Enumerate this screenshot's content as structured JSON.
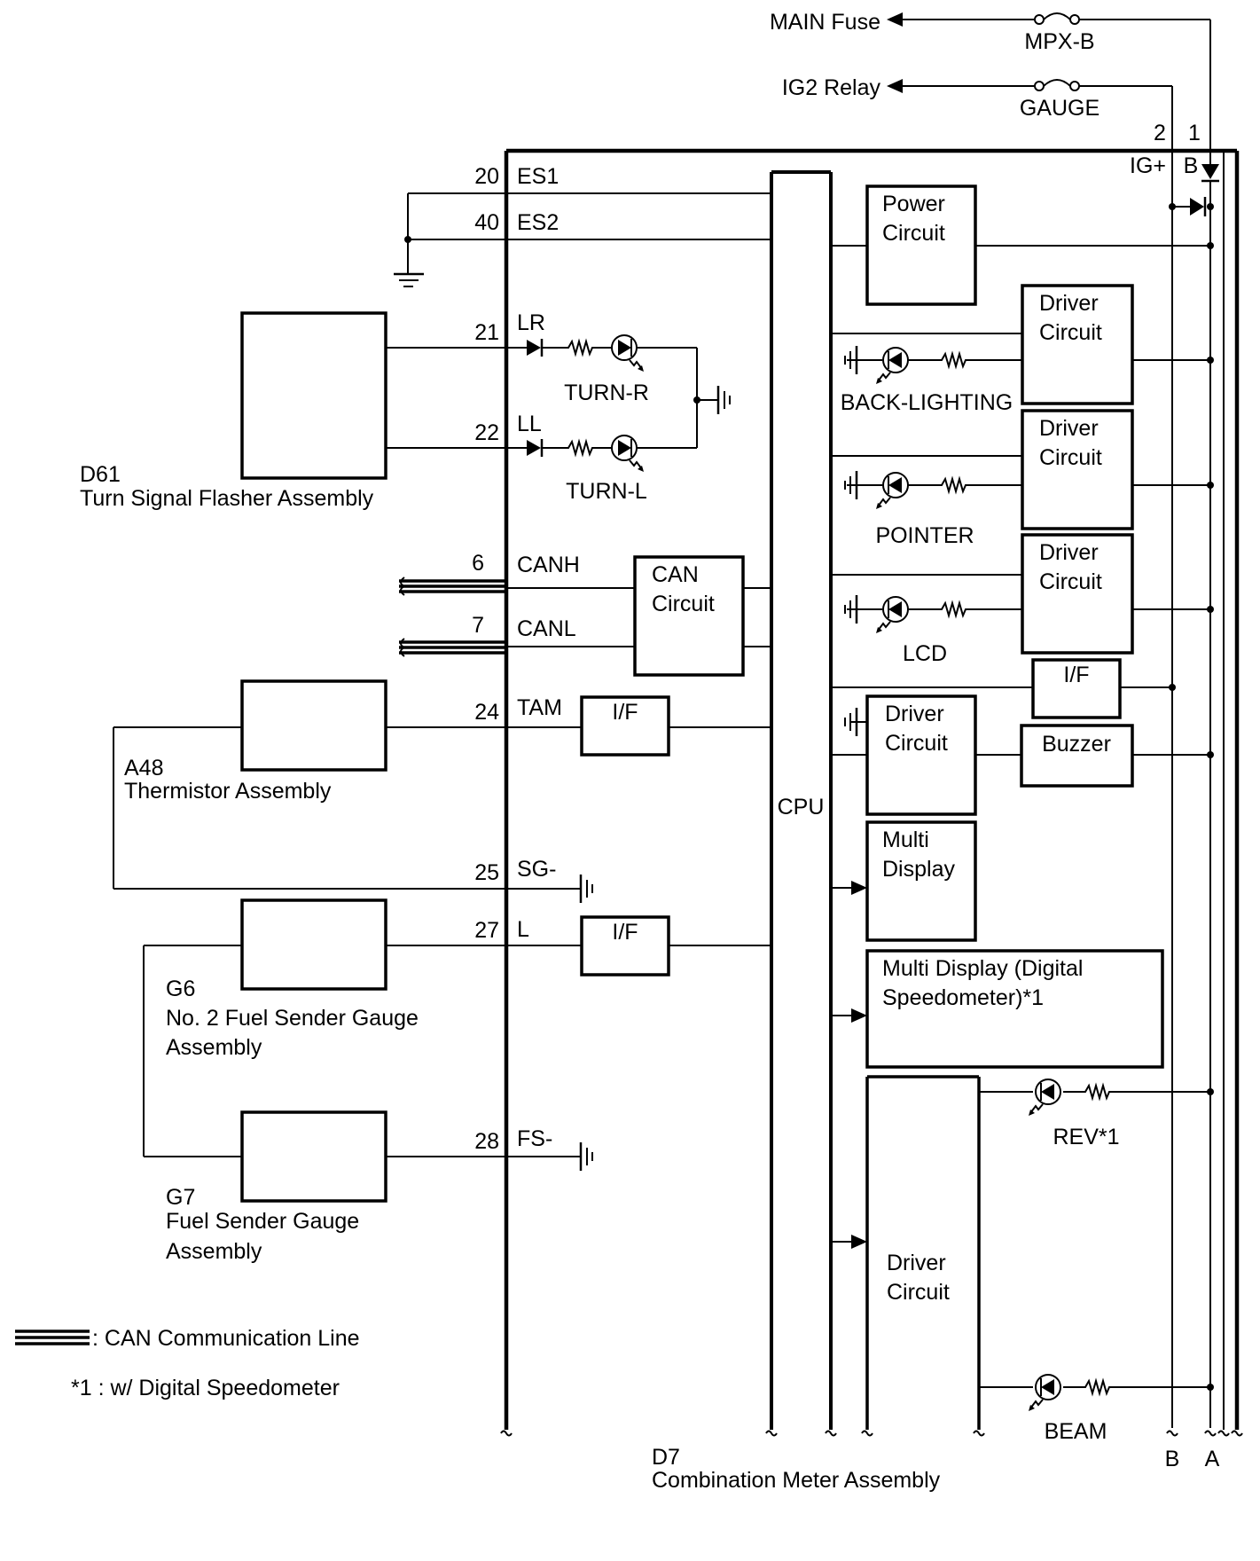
{
  "supplies": {
    "main_fuse": "MAIN Fuse",
    "mpx_b": "MPX-B",
    "ig2_relay": "IG2 Relay",
    "gauge": "GAUGE"
  },
  "meter": {
    "id": "D7",
    "name": "Combination Meter Assembly",
    "pin_ig": "2",
    "pin_b": "1",
    "ig_label": "IG+",
    "b_label": "B",
    "bus_b": "B",
    "bus_a": "A",
    "cpu": "CPU"
  },
  "pins": {
    "p20": "20",
    "es1": "ES1",
    "p40": "40",
    "es2": "ES2",
    "p21": "21",
    "lr": "LR",
    "p22": "22",
    "ll": "LL",
    "p6": "6",
    "canh": "CANH",
    "p7": "7",
    "canl": "CANL",
    "p24": "24",
    "tam": "TAM",
    "p25": "25",
    "sg": "SG-",
    "p27": "27",
    "l": "L",
    "p28": "28",
    "fs": "FS-"
  },
  "blocks": {
    "power1": "Power",
    "power2": "Circuit",
    "driver1": "Driver",
    "driver2": "Circuit",
    "can1": "CAN",
    "can2": "Circuit",
    "if": "I/F",
    "buzzer": "Buzzer",
    "multi1": "Multi",
    "multi2": "Display",
    "digital1": "Multi Display (Digital",
    "digital2": "Speedometer)*1"
  },
  "lamps": {
    "turn_r": "TURN-R",
    "turn_l": "TURN-L",
    "back": "BACK-LIGHTING",
    "pointer": "POINTER",
    "lcd": "LCD",
    "rev": "REV*1",
    "beam": "BEAM"
  },
  "components": {
    "d61_id": "D61",
    "d61_name": "Turn Signal Flasher Assembly",
    "a48_id": "A48",
    "a48_name": "Thermistor Assembly",
    "g6_id": "G6",
    "g6_name1": "No. 2 Fuel Sender Gauge",
    "g6_name2": "Assembly",
    "g7_id": "G7",
    "g7_name1": "Fuel Sender Gauge",
    "g7_name2": "Assembly"
  },
  "legend": {
    "can_line": ": CAN Communication Line",
    "note": "*1 : w/ Digital Speedometer"
  }
}
